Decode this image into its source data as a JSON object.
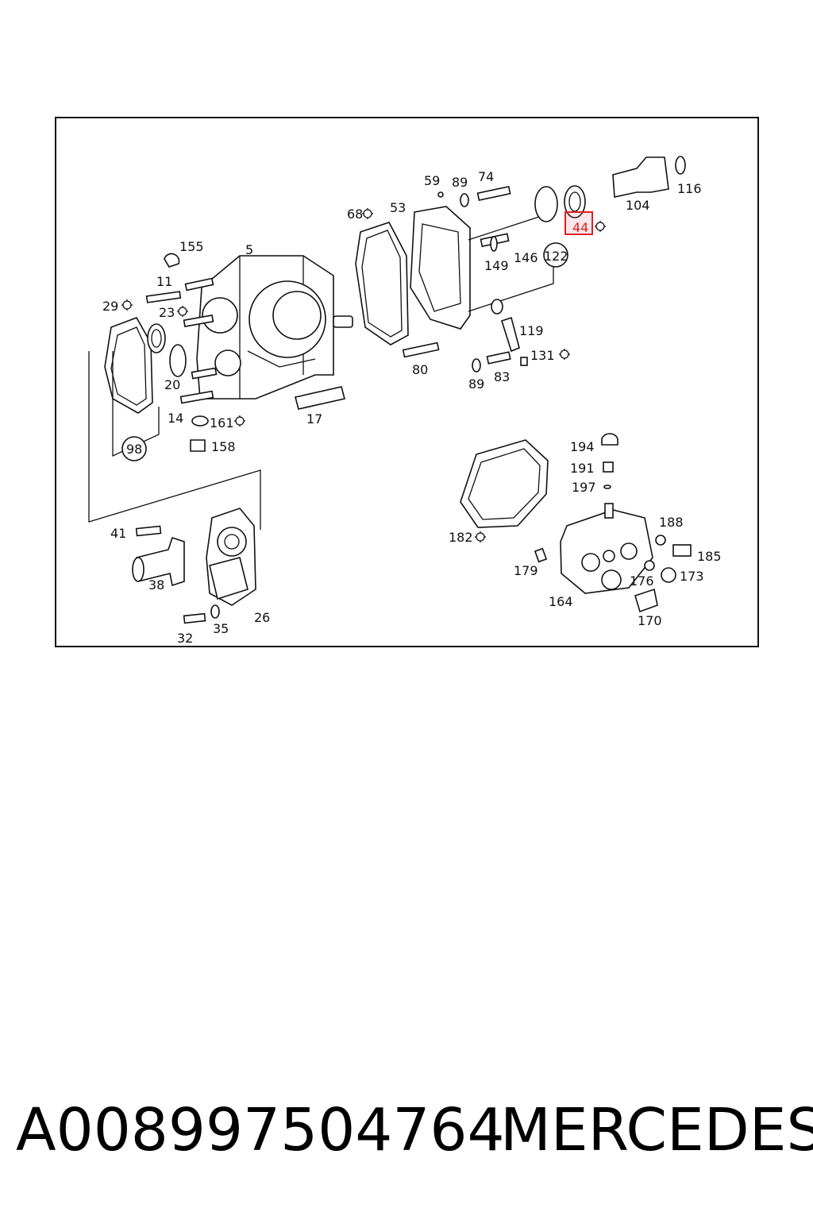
{
  "diagram": {
    "callouts": {
      "c155": "155",
      "c5": "5",
      "c11": "11",
      "c29": "29",
      "c23": "23",
      "c20": "20",
      "c14": "14",
      "c161": "161",
      "c158": "158",
      "c98": "98",
      "c17": "17",
      "c68": "68",
      "c53": "53",
      "c59": "59",
      "c89a": "89",
      "c74": "74",
      "c80": "80",
      "c89b": "89",
      "c83": "83",
      "c149": "149",
      "c146": "146",
      "c122": "122",
      "c119": "119",
      "c131": "131",
      "c44": "44",
      "c104": "104",
      "c116": "116",
      "c41": "41",
      "c38": "38",
      "c32": "32",
      "c35": "35",
      "c26": "26",
      "c194": "194",
      "c191": "191",
      "c197": "197",
      "c182": "182",
      "c188": "188",
      "c185": "185",
      "c179": "179",
      "c173": "173",
      "c176": "176",
      "c164": "164",
      "c170": "170"
    },
    "highlighted_callout": "44",
    "highlight_color": "#e02020"
  },
  "footer": {
    "part_number": "A008997504764",
    "brand": "MERCEDES"
  }
}
